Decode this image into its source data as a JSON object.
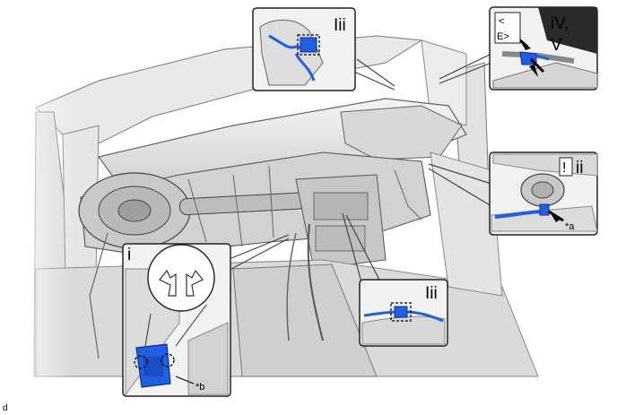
{
  "colors": {
    "harness_blue": "#1f5fe0",
    "harness_blue_dark": "#0c2f96",
    "line_gray": "#5a5a5a",
    "panel_gray": "#cfcfcf",
    "panel_light": "#ededed",
    "frame": "#222222"
  },
  "callouts": {
    "top_center": {
      "label": "Iii"
    },
    "top_right": {
      "label_line1": "iV,",
      "label_line2": "V",
      "mini_top": "<",
      "mini_bottom": "E>"
    },
    "mid_right": {
      "label_box": "!",
      "label": "ii",
      "sub_label": "*a"
    },
    "bottom_center": {
      "label": "Iii"
    },
    "bottom_left": {
      "label": "i",
      "sub_label": "*b"
    }
  },
  "footer": {
    "code": "d"
  }
}
